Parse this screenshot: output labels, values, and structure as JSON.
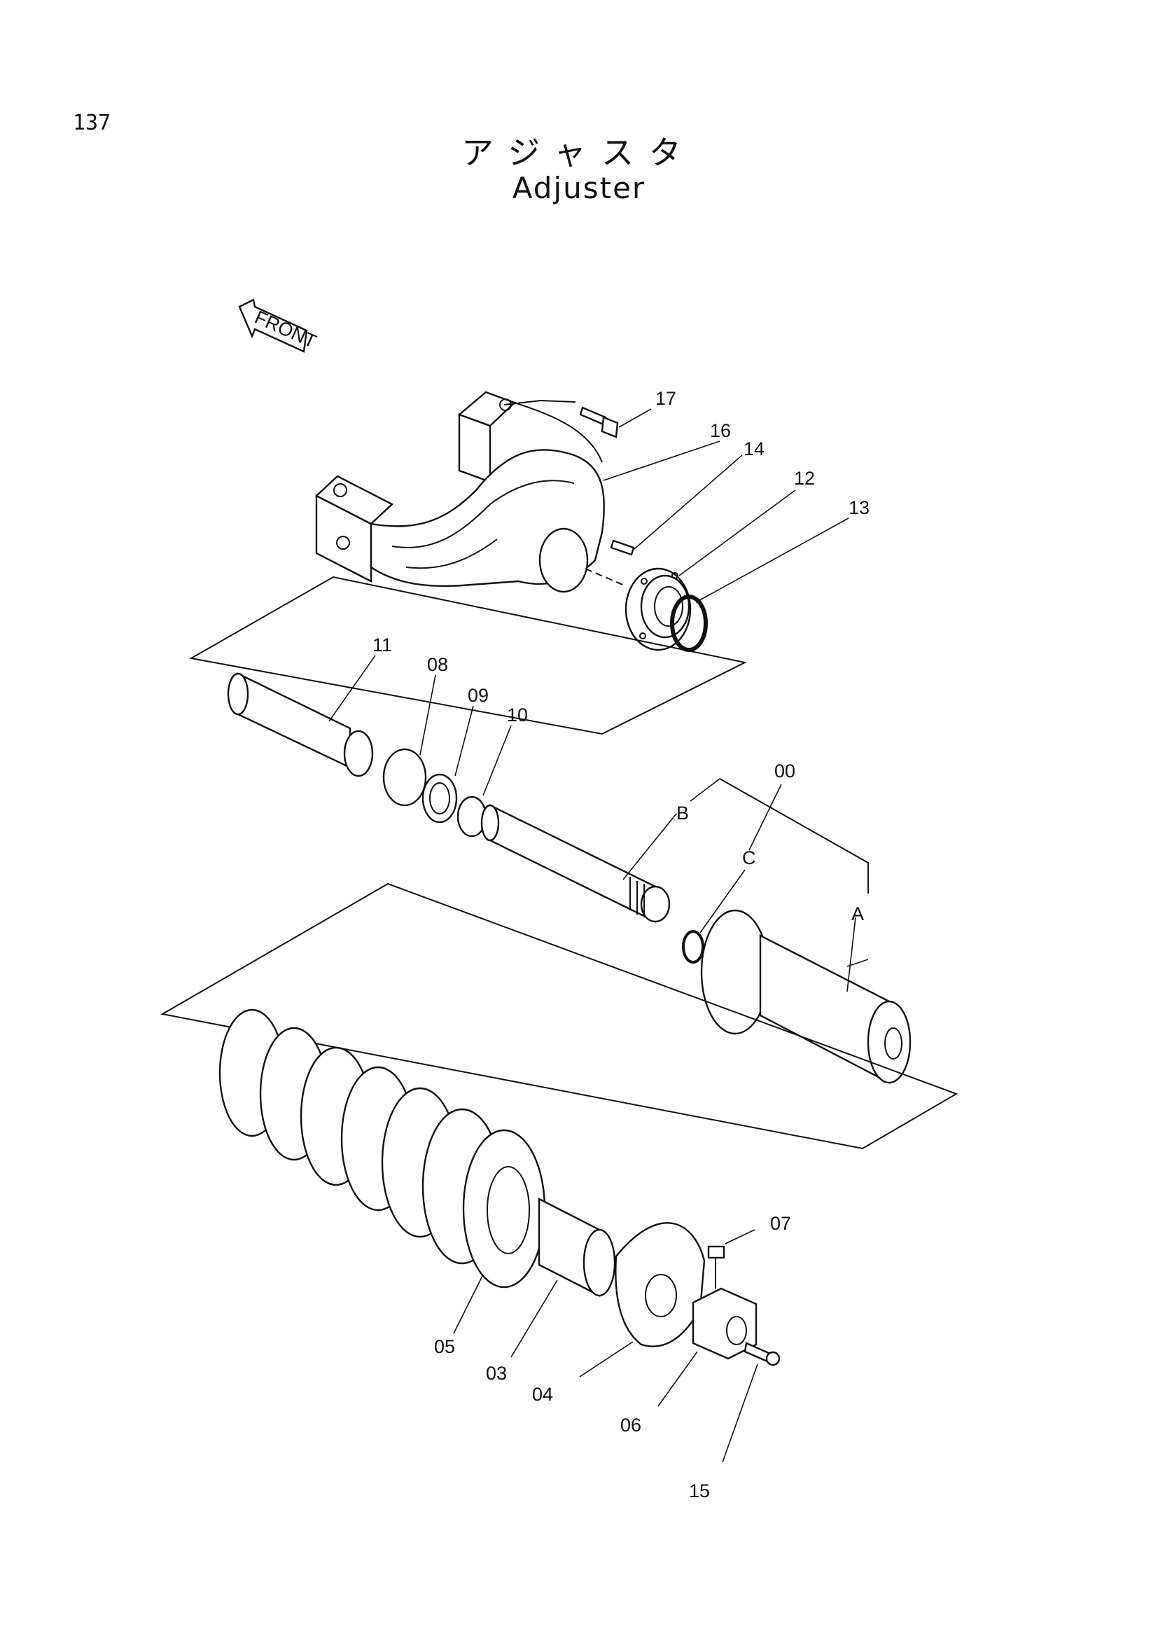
{
  "page": {
    "number": "137",
    "title_jp": "アジャスタ",
    "title_en": "Adjuster"
  },
  "front_arrow": {
    "label": "FRONT"
  },
  "callouts": {
    "c17": "17",
    "c16": "16",
    "c14": "14",
    "c12": "12",
    "c13": "13",
    "c11": "11",
    "c08": "08",
    "c09": "09",
    "c10": "10",
    "c00": "00",
    "cB": "B",
    "cC": "C",
    "cA": "A",
    "c07": "07",
    "c05": "05",
    "c03": "03",
    "c04": "04",
    "c06": "06",
    "c15": "15"
  }
}
